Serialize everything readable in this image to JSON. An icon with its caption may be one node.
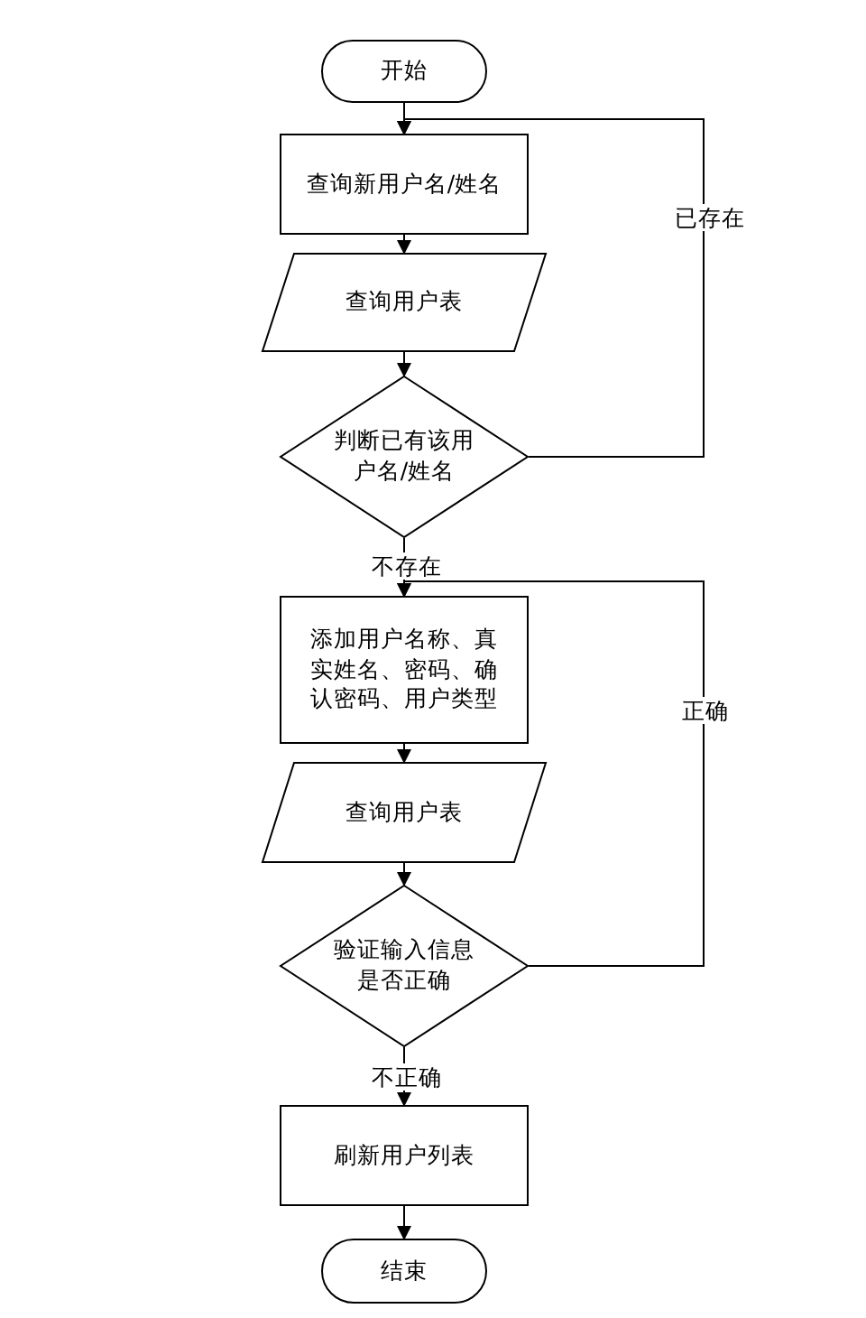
{
  "diagram": {
    "nodes": [
      {
        "text": [
          "开始"
        ]
      },
      {
        "text": [
          "查询新用户名/姓名"
        ]
      },
      {
        "text": [
          "查询用户表"
        ]
      },
      {
        "text": [
          "判断已有该用户名/姓名"
        ]
      },
      {
        "text": [
          "添加用户名称、真实姓名、密码、确认密码、用户类型"
        ]
      },
      {
        "text": [
          "查询用户表"
        ]
      },
      {
        "text": [
          "验证输入信息是否正确"
        ]
      },
      {
        "text": [
          "刷新用户列表"
        ]
      },
      {
        "text": [
          "结束"
        ]
      }
    ],
    "edges": [
      {
        "from": 0,
        "to": 1,
        "arrow": "to"
      },
      {
        "from": 1,
        "to": 2,
        "arrow": "to"
      },
      {
        "from": 2,
        "to": 3,
        "arrow": "to"
      },
      {
        "from": 3,
        "to": 1,
        "arrow": "to",
        "label": "已存在"
      },
      {
        "from": 3,
        "to": 4,
        "arrow": "to",
        "label": "不存在"
      },
      {
        "from": 4,
        "to": 5,
        "arrow": "to"
      },
      {
        "from": 5,
        "to": 6,
        "arrow": "to"
      },
      {
        "from": 6,
        "to": 4,
        "arrow": "to",
        "label": "正确"
      },
      {
        "from": 6,
        "to": 7,
        "arrow": "to",
        "label": "不正确"
      },
      {
        "from": 7,
        "to": 8,
        "arrow": "to"
      }
    ]
  }
}
